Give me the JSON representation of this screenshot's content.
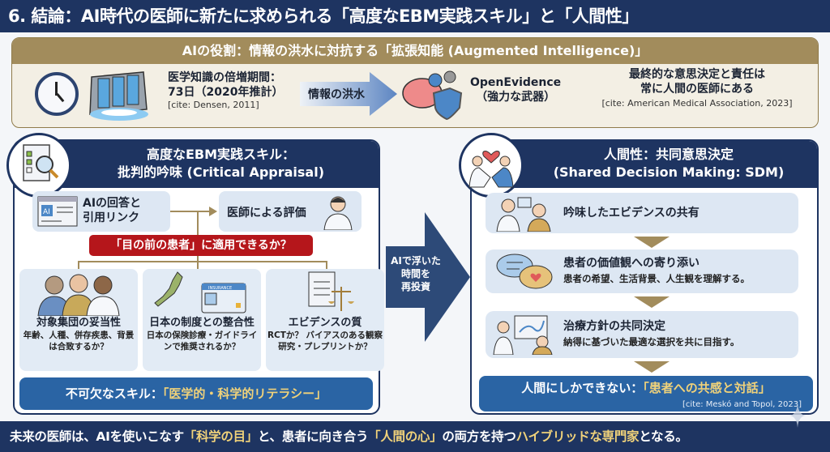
{
  "title": "6. 結論：AI時代の医師に新たに求められる「高度なEBM実践スキル」と「人間性」",
  "ai_role": {
    "heading": "AIの役割：情報の洪水に対抗する「拡張知能 (Augmented Intelligence)」",
    "icons": [
      "clock-icon",
      "dam-flood-icon",
      "brain-gears-shield-icon"
    ],
    "stat_line1": "医学知識の倍増期間：",
    "stat_line2": "73日（2020年推計）",
    "stat_cite": "[cite: Densen, 2011]",
    "flood_label": "情報の洪水",
    "tool_name": "OpenEvidence",
    "tool_desc": "（強力な武器）",
    "final_line1": "最終的な意思決定と責任は",
    "final_line2": "常に人間の医師にある",
    "final_cite": "[cite: American Medical Association, 2023]"
  },
  "left_panel": {
    "title_line1": "高度なEBM実践スキル：",
    "title_line2": "批判的吟味 (Critical Appraisal)",
    "icon": "checklist-magnifier-icon",
    "ai_answer_line1": "AIの回答と",
    "ai_answer_line2": "引用リンク",
    "ai_icon_text": "AI",
    "doctor_eval": "医師による評価",
    "question": "「目の前の患者」に適用できるか？",
    "cards": [
      {
        "icon": "diverse-people-icon",
        "title": "対象集団の妥当性",
        "desc": "年齢、人種、併存疾患、背景は合致するか？"
      },
      {
        "icon": "japan-insurance-card-icon",
        "title": "日本の制度との整合性",
        "desc": "日本の保険診療・ガイドラインで推奨されるか？",
        "card_text": "INSURANCE"
      },
      {
        "icon": "document-scales-icon",
        "title": "エビデンスの質",
        "desc": "RCTか？ バイアスのある観察研究・プレプリントか？"
      }
    ],
    "skill_prefix": "不可欠なスキル：",
    "skill_highlight": "「医学的・科学的リテラシー」"
  },
  "middle_arrow": {
    "line1": "AIで浮いた",
    "line2": "時間を",
    "line3": "再投資"
  },
  "right_panel": {
    "title_line1": "人間性：共同意思決定",
    "title_line2": "(Shared Decision Making: SDM)",
    "icon": "handshake-heart-icon",
    "steps": [
      {
        "icon": "doctor-patient-tablet-icon",
        "title": "吟味したエビデンスの共有",
        "desc": ""
      },
      {
        "icon": "speech-bubbles-heart-icon",
        "title": "患者の価値観への寄り添い",
        "desc": "患者の希望、生活背景、人生観を理解する。"
      },
      {
        "icon": "doctor-whiteboard-patient-icon",
        "title": "治療方針の共同決定",
        "desc": "納得に基づいた最適な選択を共に目指す。"
      }
    ],
    "human_prefix": "人間にしかできない：",
    "human_highlight": "「患者への共感と対話」",
    "human_cite": "[cite: Meskó and Topol, 2023]"
  },
  "footer": {
    "part1": "未来の医師は、AIを使いこなす",
    "hl1": "「科学の目」",
    "part2": "と、患者に向き合う",
    "hl2": "「人間の心」",
    "part3": "の両方を持つ",
    "hl3": "ハイブリッドな専門家",
    "part4": "となる。"
  },
  "colors": {
    "navy": "#1e3461",
    "gold": "#a28c5c",
    "highlight": "#f0d27a",
    "red": "#b5161b",
    "blue_bar": "#2a64a4",
    "chip_bg": "#dde7f3"
  }
}
